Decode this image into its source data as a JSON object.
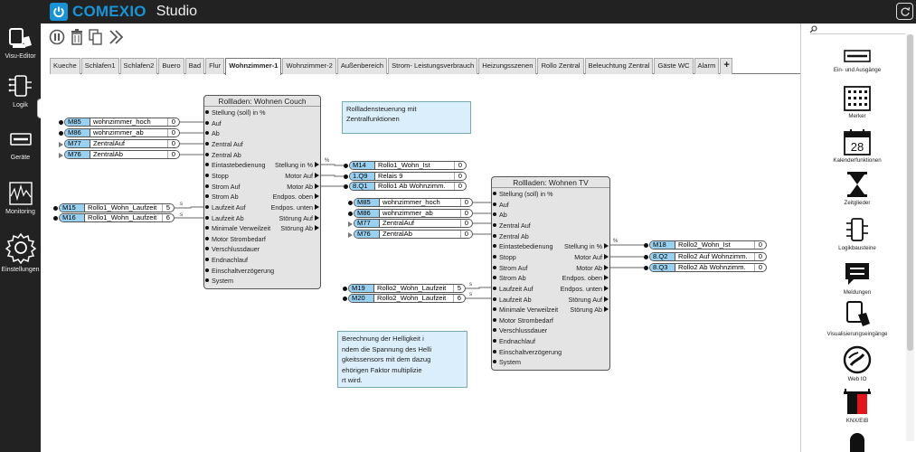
{
  "app": {
    "brand": "COMEXIO",
    "product": "Studio"
  },
  "leftnav": [
    {
      "label": "Visu-Editor",
      "icon": "visu-editor-icon"
    },
    {
      "label": "Logik",
      "icon": "logic-icon"
    },
    {
      "label": "Geräte",
      "icon": "devices-icon"
    },
    {
      "label": "Monitoring",
      "icon": "monitoring-icon"
    },
    {
      "label": "Einstellungen",
      "icon": "settings-icon"
    }
  ],
  "tabs": [
    "Kueche",
    "Schlafen1",
    "Schlafen2",
    "Buero",
    "Bad",
    "Flur",
    "Wohnzimmer-1",
    "Wohnzimmer-2",
    "Außenbereich",
    "Strom- Leistungsverbrauch",
    "Heizungsszenen",
    "Rollo Zentral",
    "Beleuchtung Zentral",
    "Gäste WC",
    "Alarm",
    "+"
  ],
  "active_tab": "Wohnzimmer-1",
  "block1": {
    "title": "Rollladen: Wohnen Couch",
    "inputs": [
      "Stellung (soll) in %",
      "Auf",
      "Ab",
      "Zentral Auf",
      "Zentral Ab",
      "Eintastebedienung",
      "Stopp",
      "Strom Auf",
      "Strom Ab",
      "Laufzeit Auf",
      "Laufzeit Ab",
      "Minimale Verweilzeit",
      "Motor Strombedarf",
      "Verschlussdauer",
      "Endnachlauf",
      "Einschaltverzögerung",
      "System"
    ],
    "outputs": [
      "Stellung in %",
      "Motor Auf",
      "Motor Ab",
      "Endpos. oben",
      "Endpos. unten",
      "Störung Auf",
      "Störung Ab"
    ]
  },
  "block2": {
    "title": "Rollladen: Wohnen TV",
    "inputs": [
      "Stellung (soll) in %",
      "Auf",
      "Ab",
      "Zentral Auf",
      "Zentral Ab",
      "Eintastebedienung",
      "Stopp",
      "Strom Auf",
      "Strom Ab",
      "Laufzeit Auf",
      "Laufzeit Ab",
      "Minimale Verweilzeit",
      "Motor Strombedarf",
      "Verschlussdauer",
      "Endnachlauf",
      "Einschaltverzögerung",
      "System"
    ],
    "outputs": [
      "Stellung in %",
      "Motor Auf",
      "Motor Ab",
      "Endpos. oben",
      "Endpos. unten",
      "Störung Auf",
      "Störung Ab"
    ]
  },
  "vars_in1": [
    {
      "id": "M85",
      "name": "wohnzimmer_hoch",
      "value": "0"
    },
    {
      "id": "M86",
      "name": "wohnzimmer_ab",
      "value": "0"
    },
    {
      "id": "M77",
      "name": "ZentralAuf",
      "value": "0"
    },
    {
      "id": "M76",
      "name": "ZentralAb",
      "value": "0"
    }
  ],
  "vars_time1": [
    {
      "id": "M15",
      "name": "Rollo1_Wohn_Laufzeit",
      "value": "5"
    },
    {
      "id": "M16",
      "name": "Rollo1_Wohn_Laufzeit",
      "value": "6"
    }
  ],
  "vars_out1": [
    {
      "id": "M14",
      "name": "Rollo1_Wohn_Ist",
      "value": "0"
    },
    {
      "id": "1.Q9",
      "name": "Relais 9",
      "value": "0"
    },
    {
      "id": "8.Q1",
      "name": "Rollo1 Ab Wohnzimm.",
      "value": "0"
    }
  ],
  "vars_in2": [
    {
      "id": "M85",
      "name": "wohnzimmer_hoch",
      "value": "0"
    },
    {
      "id": "M86",
      "name": "wohnzimmer_ab",
      "value": "0"
    },
    {
      "id": "M77",
      "name": "ZentralAuf",
      "value": "0"
    },
    {
      "id": "M76",
      "name": "ZentralAb",
      "value": "0"
    }
  ],
  "vars_time2": [
    {
      "id": "M19",
      "name": "Rollo2_Wohn_Laufzeit",
      "value": "5"
    },
    {
      "id": "M20",
      "name": "Rollo2_Wohn_Laufzeit",
      "value": "6"
    }
  ],
  "vars_out2": [
    {
      "id": "M18",
      "name": "Rollo2_Wohn_Ist",
      "value": "0"
    },
    {
      "id": "8.Q2",
      "name": "Rollo2 Auf Wohnzimm.",
      "value": "0"
    },
    {
      "id": "8.Q3",
      "name": "Rollo2 Ab Wohnzimm.",
      "value": "0"
    }
  ],
  "wire_labels": {
    "pos": "%",
    "t1": "s",
    "t2": "s"
  },
  "comments": {
    "c1": [
      "Rollladensteuerung mit",
      "Zentralfunktionen"
    ],
    "c2": [
      "Berechnung der Helligkeit i",
      "ndem die Spannung des Helli",
      "gkeitssensors mit dem dazug",
      "ehörigen Faktor multiplizie",
      "rt wird."
    ]
  },
  "rightpanel": [
    {
      "label": "Ein- und Ausgänge",
      "icon": "io-icon"
    },
    {
      "label": "Merker",
      "icon": "marker-icon"
    },
    {
      "label": "Kalenderfunktionen",
      "icon": "calendar-icon",
      "badge": "28"
    },
    {
      "label": "Zeitglieder",
      "icon": "hourglass-icon"
    },
    {
      "label": "Logikbausteine",
      "icon": "logic-block-icon"
    },
    {
      "label": "Meldungen",
      "icon": "message-icon"
    },
    {
      "label": "Visualisierungseingänge",
      "icon": "visu-input-icon"
    },
    {
      "label": "Web IO",
      "icon": "web-io-icon"
    },
    {
      "label": "KNX/EIB",
      "icon": "knx-icon"
    }
  ]
}
